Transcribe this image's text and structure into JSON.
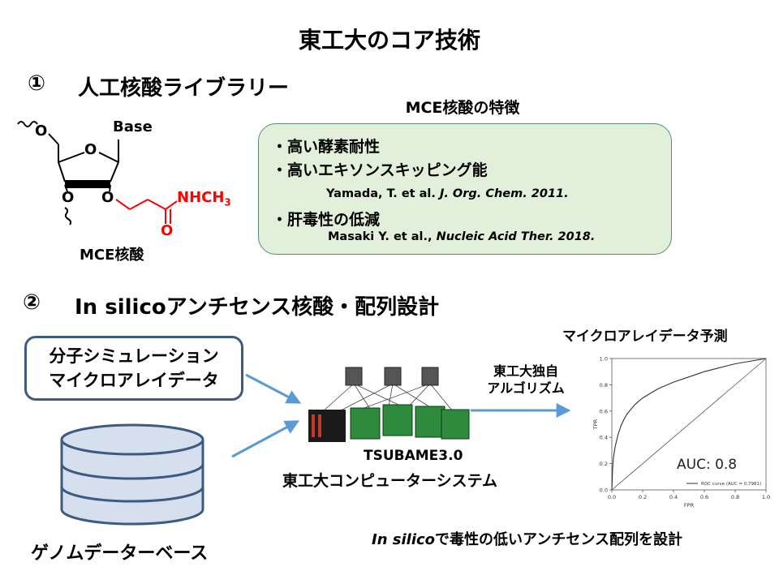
{
  "title": "東工大のコア技術",
  "section1": {
    "number": "①",
    "label": "人工核酸ライブラリー"
  },
  "molecule": {
    "base_label": "Base",
    "nh_label": "NHCH",
    "subscript": "3",
    "o_label": "O",
    "name": "MCE核酸",
    "accent_color": "#ff0000"
  },
  "features": {
    "title": "MCE核酸の特徴",
    "items": [
      {
        "bullet": "・",
        "text": "高い酵素耐性"
      },
      {
        "bullet": "・",
        "text": "高いエキソンスキッピング能"
      },
      {
        "bullet": "・",
        "text": "肝毒性の低減"
      }
    ],
    "refs": [
      {
        "authors": "Yamada, T. et al. ",
        "journal": "J. Org. Chem. 2011."
      },
      {
        "authors": "Masaki Y. et al., ",
        "journal": "Nucleic Acid Ther. 2018."
      }
    ],
    "box_color": "#e2efda"
  },
  "section2": {
    "number": "②",
    "label_italic": "In silico",
    "label_rest": "アンチセンス核酸・配列設計"
  },
  "simulation": {
    "line1": "分子シミュレーション",
    "line2": "マイクロアレイデータ"
  },
  "database": {
    "label": "ゲノムデーターベース",
    "fill_color": "#d6dfee",
    "stroke_color": "#3d5b82"
  },
  "computer": {
    "name": "TSUBAME3.0",
    "label": "東工大コンピューターシステム"
  },
  "algorithm": {
    "line1": "東工大独自",
    "line2": "アルゴリズム"
  },
  "arrow_color": "#5b9bd5",
  "conclusion": {
    "italic": "In silico",
    "rest": "で毒性の低いアンチセンス配列を設計"
  },
  "chart_data": {
    "type": "line",
    "title": "マイクロアレイデータ予測",
    "xlabel": "FPR",
    "ylabel": "TPR",
    "xlim": [
      0,
      1.0
    ],
    "ylim": [
      0,
      1.0
    ],
    "x_ticks": [
      "0.0",
      "0.2",
      "0.4",
      "0.6",
      "0.8",
      "1.0"
    ],
    "y_ticks": [
      "0.0",
      "0.2",
      "0.4",
      "0.6",
      "0.8",
      "1.0"
    ],
    "annotation": "AUC:  0.8",
    "legend_location": "lower-right",
    "grid": false,
    "series": [
      {
        "name": "ROC curve (AUC = 0.7981)",
        "style": "solid",
        "x": [
          0.0,
          0.005,
          0.01,
          0.02,
          0.04,
          0.06,
          0.08,
          0.1,
          0.15,
          0.2,
          0.3,
          0.4,
          0.5,
          0.6,
          0.7,
          0.8,
          0.9,
          1.0
        ],
        "y": [
          0.0,
          0.16,
          0.24,
          0.32,
          0.42,
          0.49,
          0.54,
          0.58,
          0.65,
          0.7,
          0.77,
          0.82,
          0.86,
          0.9,
          0.93,
          0.96,
          0.98,
          1.0
        ]
      },
      {
        "style": "diagonal",
        "x": [
          0,
          1
        ],
        "y": [
          0,
          1
        ]
      }
    ]
  }
}
